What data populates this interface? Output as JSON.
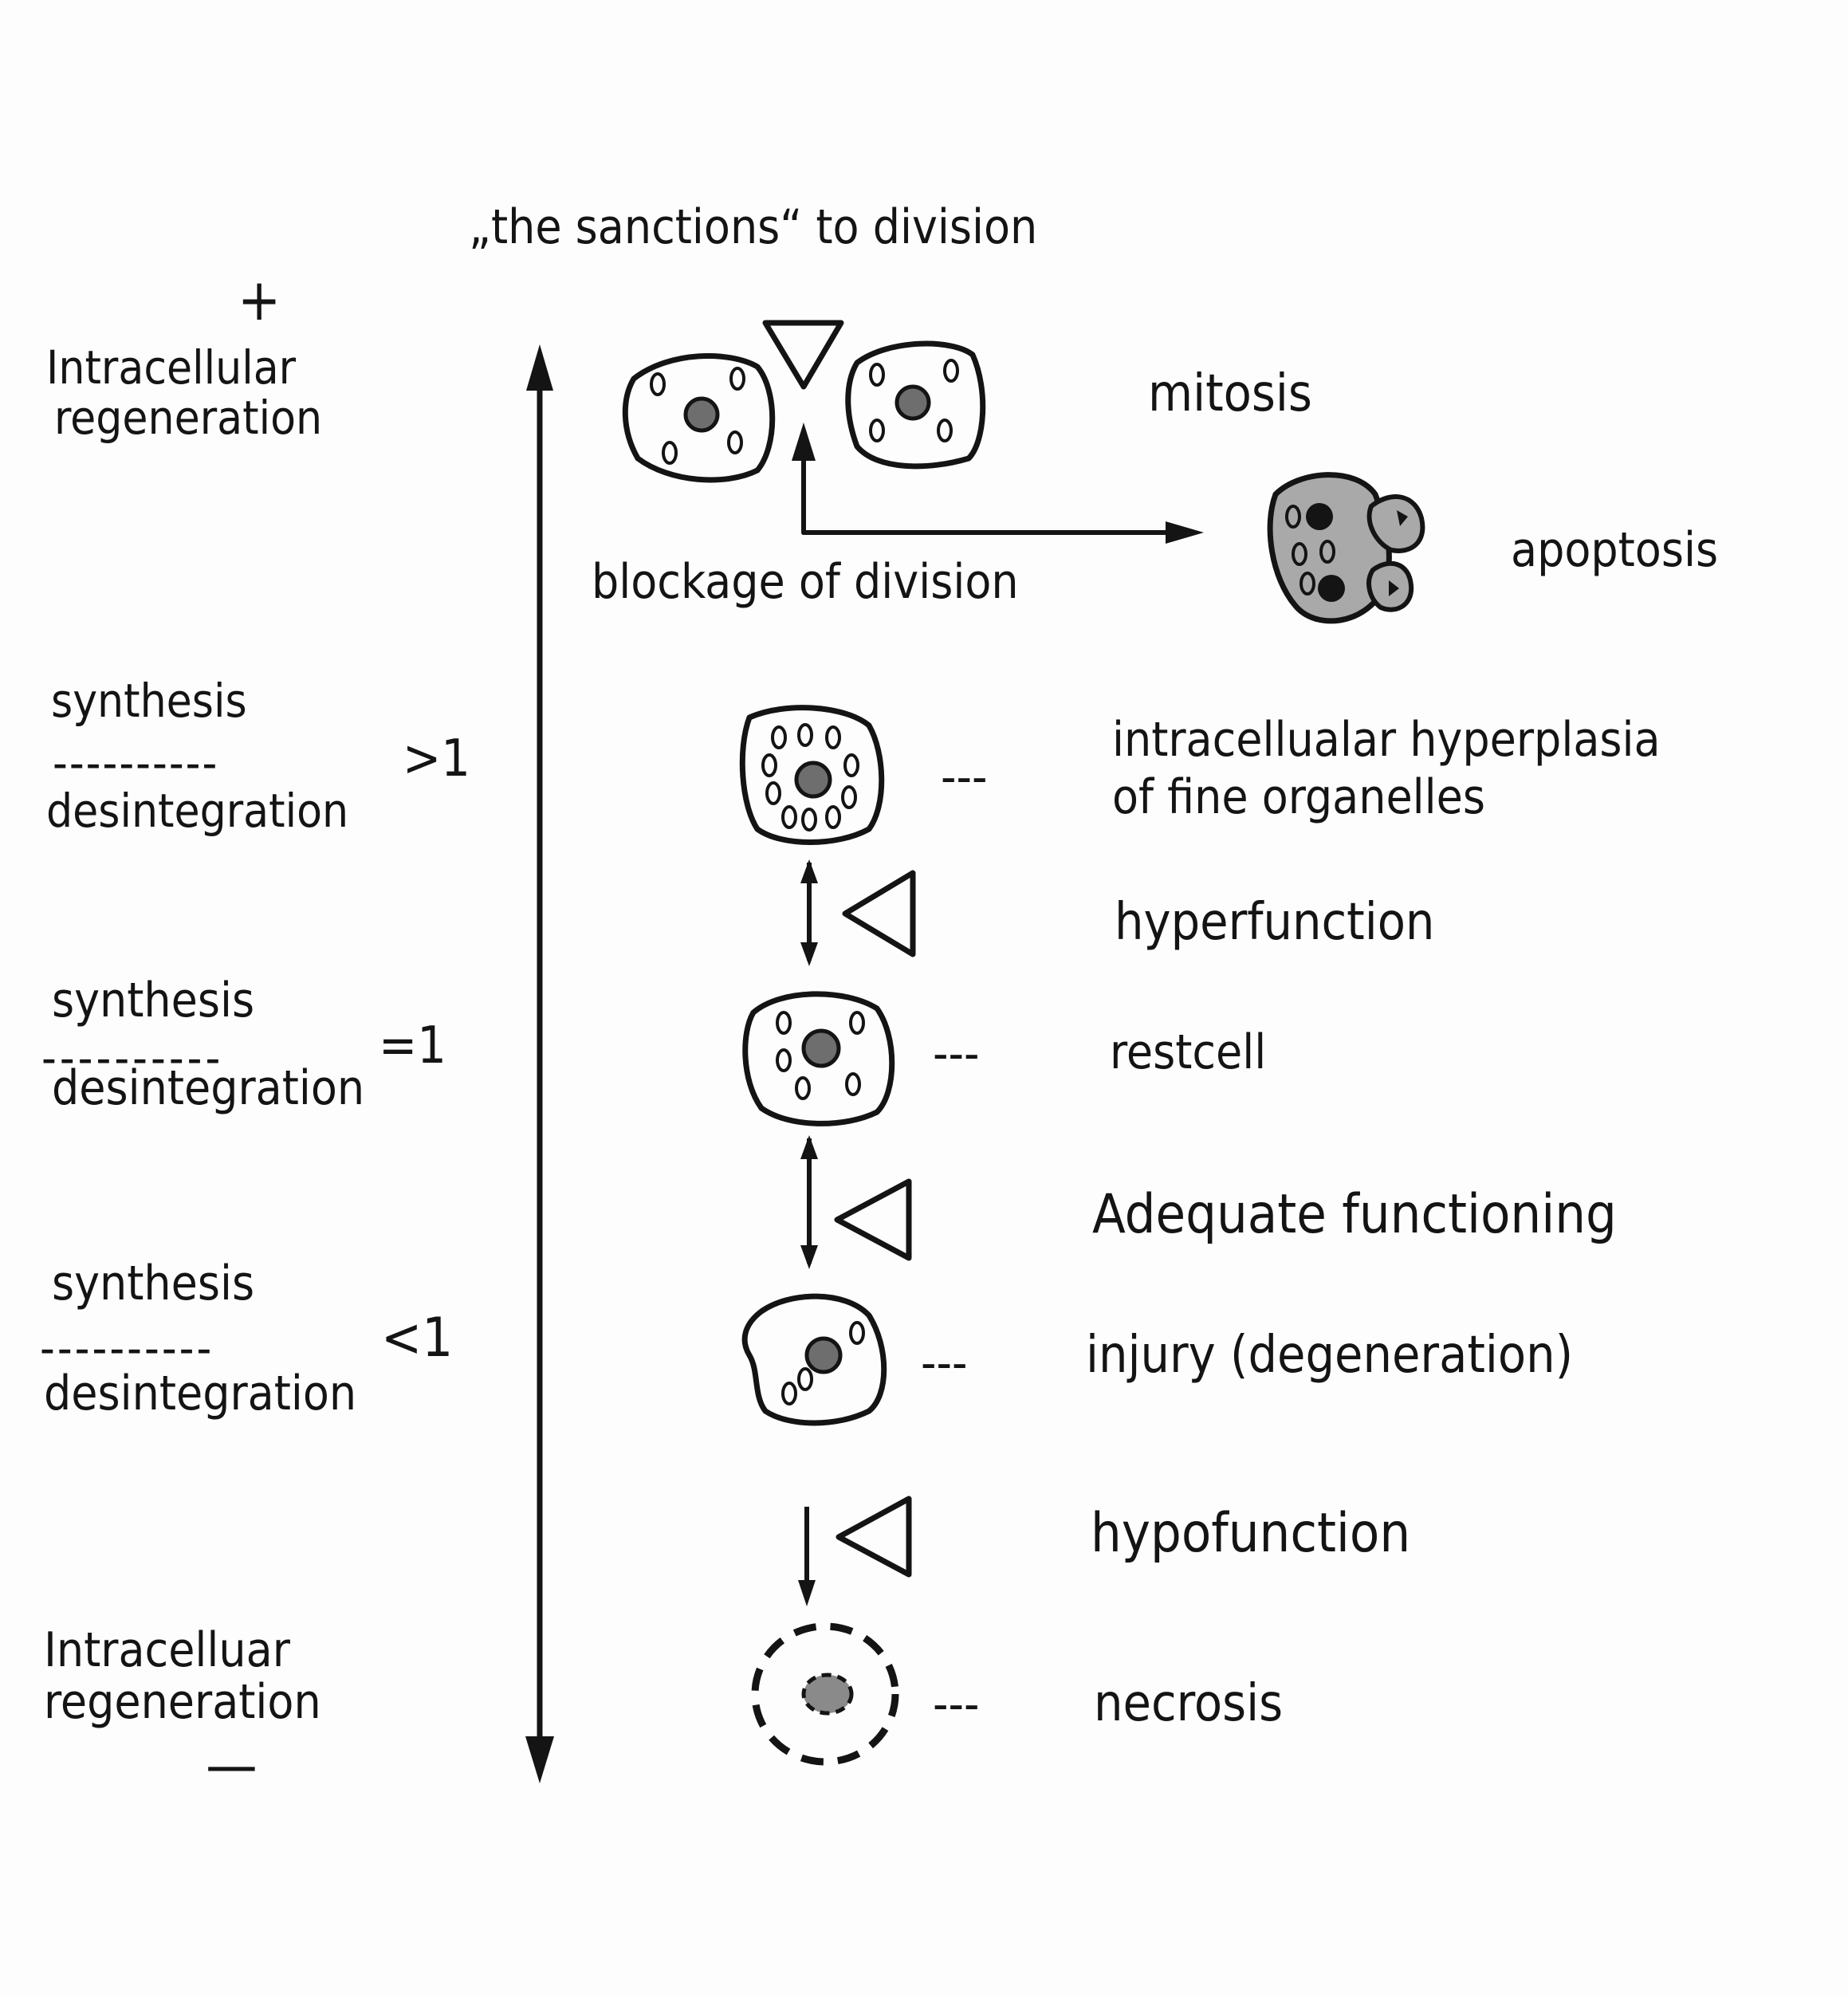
{
  "header": {
    "sanctions_label": "„the sanctions“ to division"
  },
  "scale": {
    "plus_sign": "+",
    "top_label_line1": "Intracellular",
    "top_label_line2": "regeneration",
    "minus_sign": "—",
    "bottom_label_line1": "Intracelluar",
    "bottom_label_line2": "regeneration"
  },
  "ratios": [
    {
      "numerator": "synthesis",
      "dashes": "----------",
      "relation": ">1",
      "denominator": "desintegration"
    },
    {
      "numerator": "synthesis",
      "dashes": "----------",
      "relation": "=1",
      "denominator": "desintegration"
    },
    {
      "numerator": "synthesis",
      "dashes": "----------",
      "relation": "<1",
      "denominator": "desintegration"
    }
  ],
  "states": {
    "mitosis": "mitosis",
    "apoptosis": "apoptosis",
    "blockage": "blockage of division",
    "hyperplasia_line1": "intracelluаlar hyperplasia",
    "hyperplasia_line2": "of fine organelles",
    "hyperfunction": "hyperfunction",
    "restcell": "restcell",
    "adequate": "Adequate  functioning",
    "injury": "injury (degeneration)",
    "hypofunction": "hypofunction",
    "necrosis": "necrosis"
  },
  "connectors": {
    "dash": "---"
  },
  "colors": {
    "ink": "#141414",
    "nucleus": "#6e6e6e",
    "apoptotic_fill": "#a9a9a9",
    "paper": "#fdfdfd"
  }
}
